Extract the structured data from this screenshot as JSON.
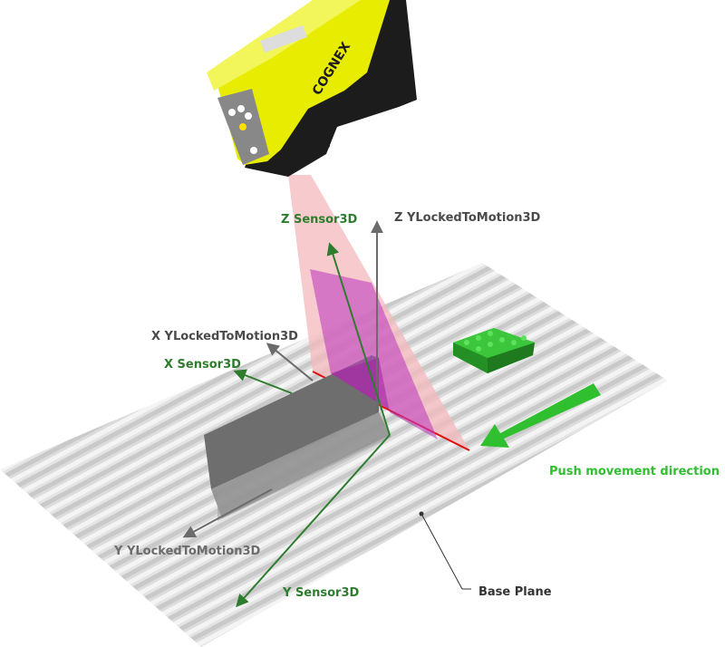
{
  "brand": {
    "text": "COGNEX"
  },
  "labels": {
    "z_sensor3d": "Z Sensor3D",
    "z_ylocked": "Z YLockedToMotion3D",
    "x_ylocked": "X YLockedToMotion3D",
    "x_sensor3d": "X Sensor3D",
    "y_ylocked": "Y YLockedToMotion3D",
    "y_sensor3d": "Y Sensor3D",
    "push_direction": "Push movement direction",
    "base_plane": "Base Plane"
  },
  "colors": {
    "sensor_yellow": "#e8ec00",
    "sensor_black": "#1c1c1c",
    "sensor_axis": "#2e7d2e",
    "locked_axis": "#6b6b6b",
    "push_arrow": "#2fbf2f",
    "laser_line": "#e01010",
    "laser_fan": "#f4b8bc",
    "scan_plane": "#c040c0",
    "part_green": "#33b533",
    "box_gray": "#6e6e6e"
  }
}
